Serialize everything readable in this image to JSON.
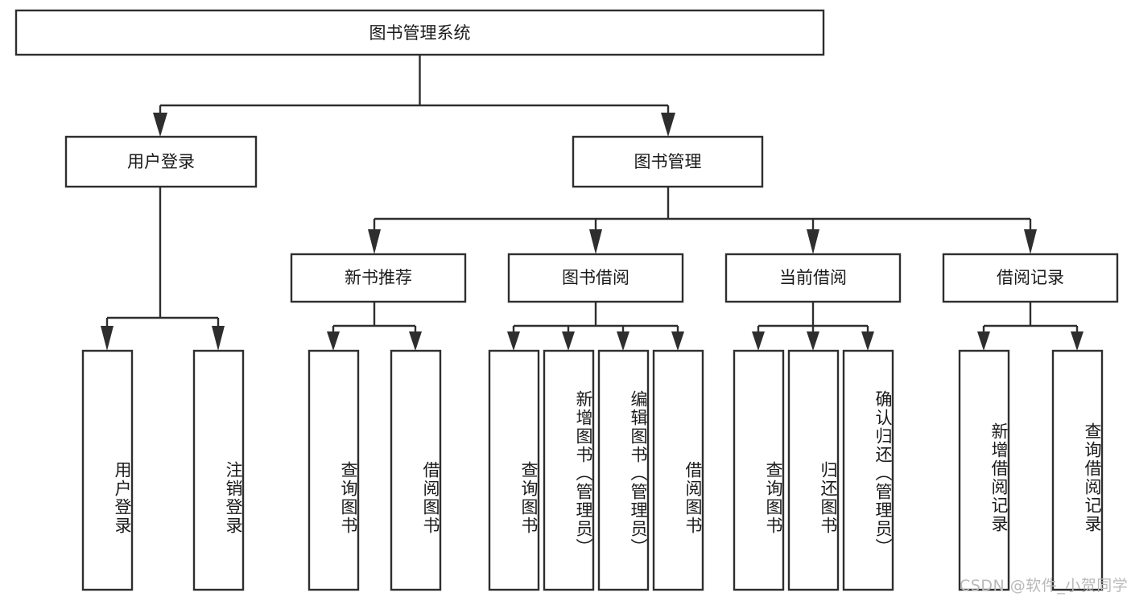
{
  "diagram": {
    "title": "图书管理系统",
    "type": "tree",
    "root": {
      "id": "root",
      "label": "图书管理系统",
      "orientation": "horizontal"
    },
    "level2": [
      {
        "id": "user-login",
        "label": "用户登录",
        "orientation": "horizontal"
      },
      {
        "id": "book-manage",
        "label": "图书管理",
        "orientation": "horizontal"
      }
    ],
    "level3": [
      {
        "id": "new-book-recommend",
        "label": "新书推荐",
        "orientation": "horizontal",
        "parent": "book-manage"
      },
      {
        "id": "book-borrow",
        "label": "图书借阅",
        "orientation": "horizontal",
        "parent": "book-manage"
      },
      {
        "id": "current-borrow",
        "label": "当前借阅",
        "orientation": "horizontal",
        "parent": "book-manage"
      },
      {
        "id": "borrow-record",
        "label": "借阅记录",
        "orientation": "horizontal",
        "parent": "book-manage"
      }
    ],
    "leaves": [
      {
        "id": "leaf-user-login",
        "label": "用户登录",
        "orientation": "vertical",
        "parent": "user-login"
      },
      {
        "id": "leaf-user-logout",
        "label": "注销登录",
        "orientation": "vertical",
        "parent": "user-login"
      },
      {
        "id": "leaf-query-book-1",
        "label": "查询图书",
        "orientation": "vertical",
        "parent": "new-book-recommend"
      },
      {
        "id": "leaf-borrow-book-1",
        "label": "借阅图书",
        "orientation": "vertical",
        "parent": "new-book-recommend"
      },
      {
        "id": "leaf-query-book-2",
        "label": "查询图书",
        "orientation": "vertical",
        "parent": "book-borrow"
      },
      {
        "id": "leaf-add-book",
        "label": "新增图书（管理员）",
        "orientation": "vertical",
        "parent": "book-borrow"
      },
      {
        "id": "leaf-edit-book",
        "label": "编辑图书（管理员）",
        "orientation": "vertical",
        "parent": "book-borrow"
      },
      {
        "id": "leaf-borrow-book-2",
        "label": "借阅图书",
        "orientation": "vertical",
        "parent": "book-borrow"
      },
      {
        "id": "leaf-query-book-3",
        "label": "查询图书",
        "orientation": "vertical",
        "parent": "current-borrow"
      },
      {
        "id": "leaf-return-book",
        "label": "归还图书",
        "orientation": "vertical",
        "parent": "current-borrow"
      },
      {
        "id": "leaf-confirm-return",
        "label": "确认归还（管理员）",
        "orientation": "vertical",
        "parent": "current-borrow"
      },
      {
        "id": "leaf-add-record",
        "label": "新增借阅记录",
        "orientation": "vertical",
        "parent": "borrow-record"
      },
      {
        "id": "leaf-query-record",
        "label": "查询借阅记录",
        "orientation": "vertical",
        "parent": "borrow-record"
      }
    ]
  },
  "watermark": {
    "text": "CSDN @软件_小贺同学"
  },
  "colors": {
    "stroke": "#2e2e2e",
    "box_fill": "#ffffff",
    "text": "#1a1a1a",
    "background": "#ffffff",
    "watermark": "#b9b9b9"
  }
}
